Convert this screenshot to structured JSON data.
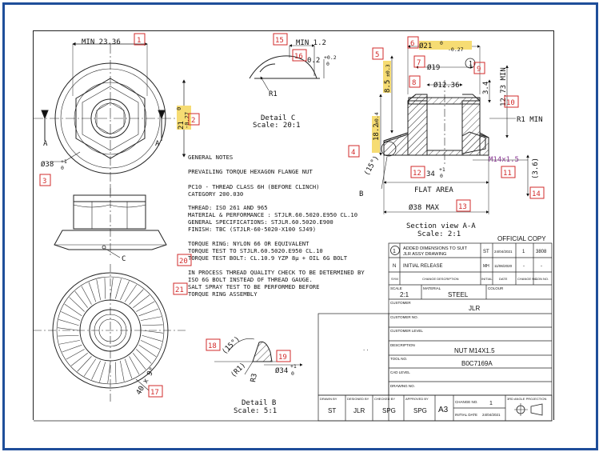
{
  "notes": {
    "heading": "GENERAL NOTES",
    "lines": [
      "PREVAILING TORQUE HEXAGON FLANGE NUT",
      "PC10 - THREAD CLASS 6H (BEFORE CLINCH)",
      "CATEGORY 200.030",
      "THREAD: ISO 261 AND 965",
      "MATERIAL & PERFORMANCE : STJLR.60.5020.E950 CL.10",
      "GENERAL SPECIFICATIONS: STJLR.60.5020.E900",
      "FINISH: TBC (STJLR-60-5020-X100 SJ49)",
      "TORQUE RING: NYLON 66 OR EQUIVALENT",
      "TORQUE TEST TO STJLR.60.5020.E950 CL.10",
      "TORQUE TEST BOLT: CL.10.9 YZP 8µ + OIL 6G BOLT",
      "IN PROCESS THREAD QUALITY CHECK TO BE DETERMINED BY",
      "ISO 6G BOLT INSTEAD OF THREAD GAUGE.",
      "SALT SPRAY TEST TO BE PERFORMED BEFORE",
      "TORQUE RING ASSEMBLY"
    ]
  },
  "dims": {
    "min_2336": "MIN 23.36",
    "d21_vert": "21",
    "d21_tol": "-0.27",
    "d21_zero": "0",
    "d38_top": "Ø38",
    "d38_tol": "+1",
    "d38_zero": "0",
    "section_a_left": "A",
    "section_a_right": "A",
    "min_12": "MIN 1.2",
    "d02": "0.2",
    "d02_tol": "+0.2",
    "d02_zero": "0",
    "r1": "R1",
    "detail_c": "Detail C",
    "detail_c_scale": "Scale:  20:1",
    "d21_sec": "Ø21",
    "d21_sec_tol": "-0.27",
    "d21_sec_zero": "0",
    "d19": "Ø19",
    "d1236": "Ø12.36",
    "d85": "8.5",
    "d85_tol": "±0.3",
    "d34": "3.4",
    "d1273": "12.73 MIN",
    "r1min": "R1 MIN",
    "d182": "18.2",
    "d182_tol": "±0.4",
    "m14": "M14x1.5",
    "ang15": "(15°)",
    "d34w": "34",
    "d34w_tol": "+1",
    "d34w_zero": "0",
    "d36": "(3.6)",
    "flat_area": "FLAT AREA",
    "b_label": "B",
    "d38max": "Ø38 MAX",
    "section_view": "Section view A-A",
    "section_scale": "Scale:  2:1",
    "c_label": "C",
    "ang40": "40 x 9°",
    "detail_b_ang": "(15°)",
    "detail_b_r1": "(R1)",
    "detail_b_r3": "R3",
    "detail_b_d34": "Ø34",
    "detail_b_d34_tol": "+1",
    "detail_b_d34_zero": "0",
    "detail_b": "Detail B",
    "detail_b_scale": "Scale:  5:1"
  },
  "balloons": [
    "1",
    "2",
    "3",
    "4",
    "5",
    "6",
    "7",
    "8",
    "9",
    "10",
    "11",
    "12",
    "13",
    "14",
    "15",
    "16",
    "17",
    "18",
    "19",
    "20",
    "21"
  ],
  "title_block": {
    "official_copy": "OFFICIAL COPY",
    "rev1_num": "1",
    "rev1_text_1": "ADDED DIMENSIONS TO SUIT",
    "rev1_text_2": "JLR ASSY DRAWING",
    "rev1_initial": "ST",
    "rev1_date": "24/04/2021",
    "rev1_change": "1",
    "rev1_conv": "3808",
    "revN_num": "N",
    "revN_text": "INITIAL RELEASE",
    "revN_initial": "MH",
    "revN_date": "11/06/2020",
    "revN_change": "-",
    "revN_conv": "-",
    "hdr_sym": "SYM",
    "hdr_desc": "CHANGE DESCRIPTION",
    "hdr_initial": "INITIAL",
    "hdr_date": "DATE",
    "hdr_change": "CHANGE NO.",
    "hdr_conv": "CON NO.",
    "scale_lbl": "SCALE",
    "scale_val": "2:1",
    "material_lbl": "MATERIAL",
    "material_val": "STEEL",
    "colour_lbl": "COLOUR",
    "customer_lbl": "CUSTOMER",
    "customer_val": "JLR",
    "customer_no_lbl": "CUSTOMER NO.",
    "customer_level_lbl": "CUSTOMER LEVEL",
    "description_lbl": "DESCRIPTION",
    "description_val": "NUT M14X1.5",
    "tool_no_lbl": "TOOL NO.",
    "tool_no_val": "B0C7169A",
    "cad_level_lbl": "CAD LEVEL",
    "drawing_no_lbl": "DRAWING NO.",
    "dot_text": ". .",
    "drawn_lbl": "DRAWN BY",
    "drawn_val": "ST",
    "designed_lbl": "DESIGNED BY",
    "designed_val": "JLR",
    "checked_lbl": "CHECKED BY",
    "checked_val": "SPG",
    "approved_lbl": "APPROVED BY",
    "approved_val": "SPG",
    "size_val": "A3",
    "change_no_lbl": "CHANGE NO.",
    "change_no_val": "1",
    "initial_date_lbl": "INITIAL DATE",
    "initial_date_val": "24/04/2021",
    "projection_lbl": "3RD ANGLE PROJECTION"
  },
  "colors": {
    "frame": "#1f4e9a",
    "balloon": "#d22b2b",
    "highlight": "#f6dc73",
    "line": "#222222"
  }
}
